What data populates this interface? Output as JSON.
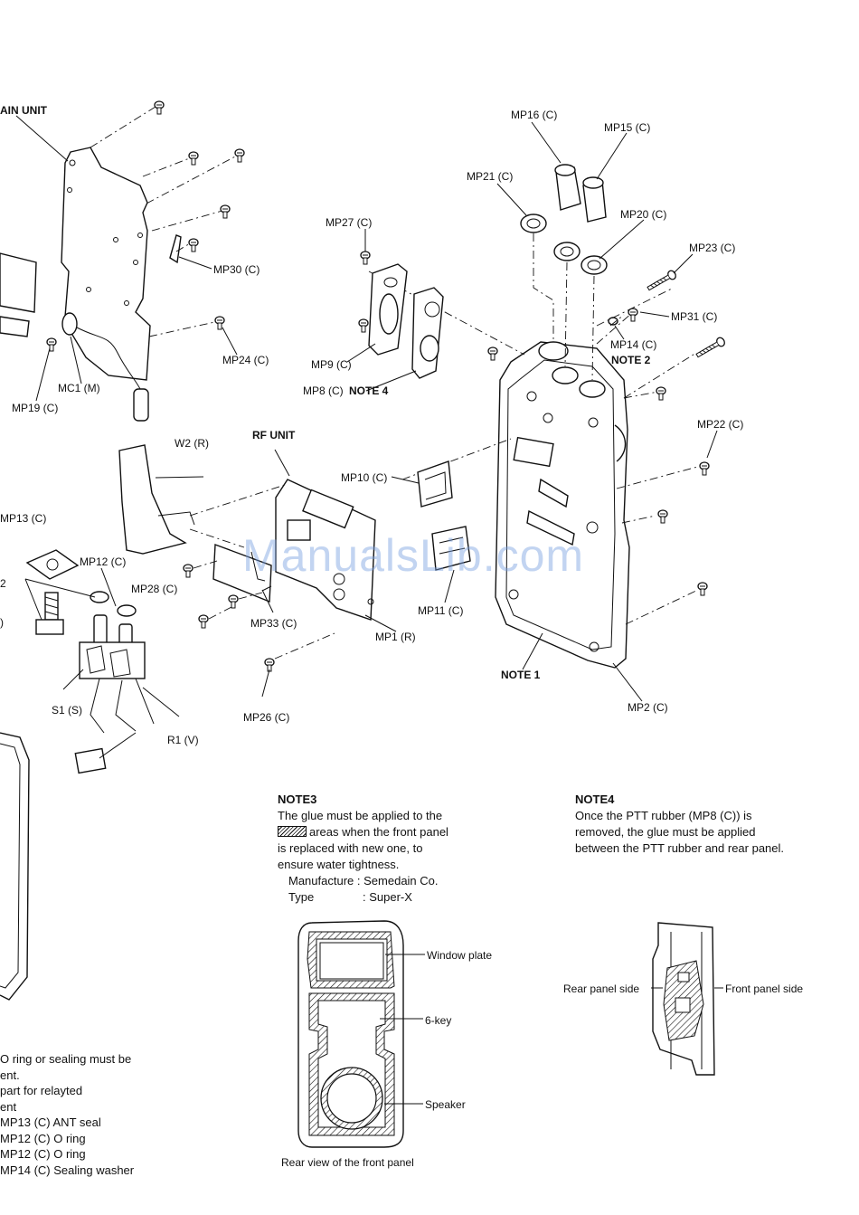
{
  "watermark": "ManualsLib.com",
  "labels": {
    "main_unit": "AIN UNIT",
    "mp30": "MP30 (C)",
    "mp24": "MP24 (C)",
    "mc1": "MC1 (M)",
    "mp19": "MP19 (C)",
    "mp16": "MP16 (C)",
    "mp15": "MP15 (C)",
    "mp21": "MP21 (C)",
    "mp20": "MP20 (C)",
    "mp27": "MP27 (C)",
    "mp23": "MP23 (C)",
    "mp31": "MP31 (C)",
    "mp14": "MP14 (C)",
    "note2": "NOTE 2",
    "mp9": "MP9 (C)",
    "mp8": "MP8 (C)",
    "note4_ref": "NOTE 4",
    "mp22": "MP22 (C)",
    "w2": "W2 (R)",
    "rf_unit": "RF UNIT",
    "mp10": "MP10 (C)",
    "mp13": "MP13 (C)",
    "mp12": "MP12 (C)",
    "mp28": "MP28 (C)",
    "mp33": "MP33 (C)",
    "mp11": "MP11 (C)",
    "mp1": "MP1 (R)",
    "note1": "NOTE 1",
    "s1": "S1 (S)",
    "r1": "R1 (V)",
    "mp26": "MP26 (C)",
    "mp2": "MP2 (C)",
    "edge_2": "2",
    "edge_c": ")"
  },
  "note3": {
    "title": "NOTE3",
    "line1": "The glue must be applied to the",
    "line2": "areas when the front panel",
    "line3": "is replaced with new one, to",
    "line4": "ensure water tightness.",
    "manufacture_label": "Manufacture :",
    "manufacture_value": "Semedain Co.",
    "type_label": "Type",
    "type_value": ": Super-X",
    "callout_window": "Window plate",
    "callout_6key": "6-key",
    "callout_speaker": "Speaker",
    "caption": "Rear view of the front panel"
  },
  "note4": {
    "title": "NOTE4",
    "line1": "Once the PTT rubber (MP8 (C)) is",
    "line2": "removed, the glue must be applied",
    "line3": "between the PTT rubber and rear panel.",
    "rear_side": "Rear panel side",
    "front_side": "Front panel side"
  },
  "left_note": {
    "line1": "O ring or sealing must be",
    "line2": "ent.",
    "line3": "part for relayted",
    "line4": "ent",
    "item1": "MP13 (C) ANT seal",
    "item2": "MP12 (C) O ring",
    "item3": "MP12 (C) O ring",
    "item4": "MP14 (C) Sealing washer"
  },
  "colors": {
    "ink": "#111111",
    "watermark": "#78a0e1"
  }
}
